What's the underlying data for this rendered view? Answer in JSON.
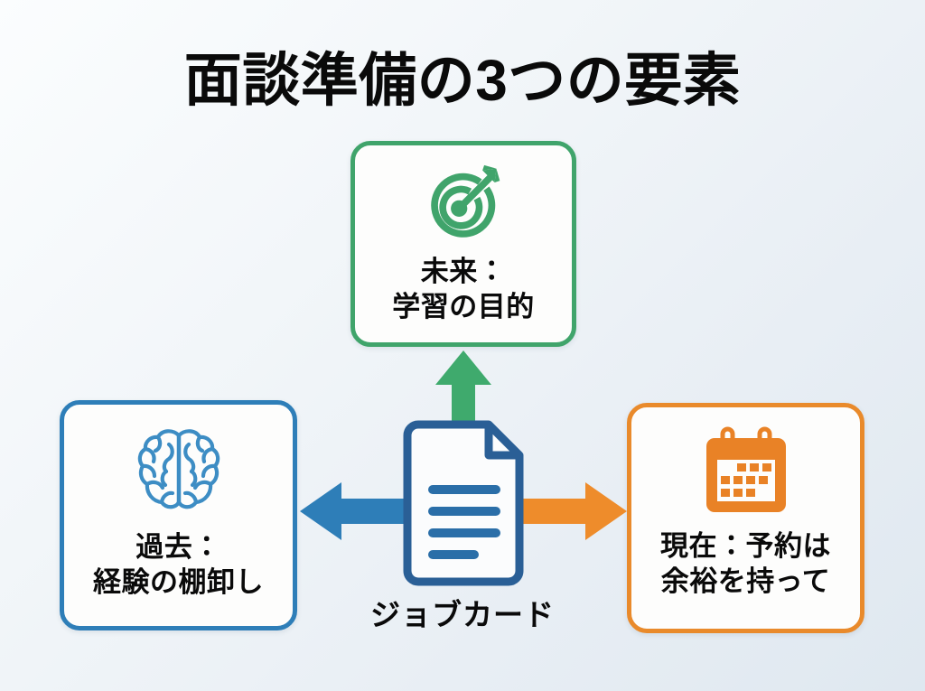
{
  "slide": {
    "title": "面談準備の3つの要素",
    "background_colors": [
      "#fbfdfe",
      "#e8eef4",
      "#dfe8f0"
    ]
  },
  "colors": {
    "green": "#40a46b",
    "blue": "#2e7eb8",
    "orange": "#e98a2b",
    "brain_blue": "#3d8dc4",
    "doc_blue": "#2a5f96",
    "arrow_blue": "#2e7eb8",
    "arrow_orange": "#ee8c2b",
    "arrow_green": "#3faa6d",
    "text": "#0a0a0a",
    "card_bg": "#fdfdfc"
  },
  "cards": {
    "future": {
      "icon": "target-bullseye-arrow-icon",
      "accent": "#40a46b",
      "line1": "未来：",
      "line2": "学習の目的"
    },
    "past": {
      "icon": "brain-icon",
      "accent": "#2e7eb8",
      "line1": "過去：",
      "line2": "経験の棚卸し"
    },
    "present": {
      "icon": "calendar-icon",
      "accent": "#e98a2b",
      "line1": "現在：予約は",
      "line2": "余裕を持って"
    }
  },
  "center": {
    "icon": "document-icon",
    "label": "ジョブカード"
  },
  "arrows": {
    "up": {
      "name": "arrow-up-to-future",
      "color": "#3faa6d",
      "direction": "up"
    },
    "left": {
      "name": "arrow-left-to-past",
      "color": "#2e7eb8",
      "direction": "left"
    },
    "right": {
      "name": "arrow-right-to-present",
      "color": "#ee8c2b",
      "direction": "right"
    }
  }
}
